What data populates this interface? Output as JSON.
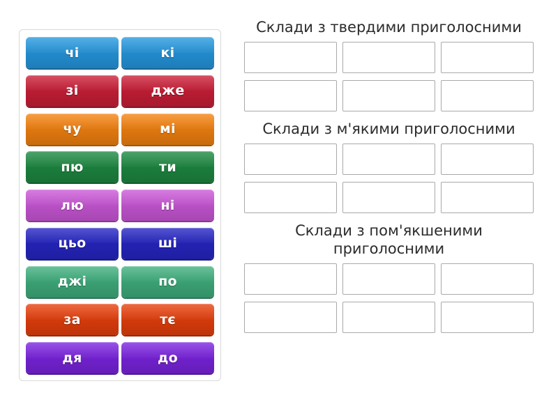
{
  "activity": {
    "type": "group-sort",
    "language": "uk"
  },
  "tile_card": {
    "rows": [
      [
        {
          "label": "чі",
          "color": "#2699e0"
        },
        {
          "label": "кі",
          "color": "#2699e0"
        }
      ],
      [
        {
          "label": "зі",
          "color": "#cc1f38"
        },
        {
          "label": "дже",
          "color": "#cc1f38"
        }
      ],
      [
        {
          "label": "чу",
          "color": "#f58310"
        },
        {
          "label": "мі",
          "color": "#f58310"
        }
      ],
      [
        {
          "label": "пю",
          "color": "#1d8a42"
        },
        {
          "label": "ти",
          "color": "#1d8a42"
        }
      ],
      [
        {
          "label": "лю",
          "color": "#cc58d9"
        },
        {
          "label": "ні",
          "color": "#cc58d9"
        }
      ],
      [
        {
          "label": "цьо",
          "color": "#2626c4"
        },
        {
          "label": "ші",
          "color": "#2626c4"
        }
      ],
      [
        {
          "label": "джі",
          "color": "#40b07e"
        },
        {
          "label": "по",
          "color": "#40b07e"
        }
      ],
      [
        {
          "label": "за",
          "color": "#e8400c"
        },
        {
          "label": "тє",
          "color": "#e8400c"
        }
      ],
      [
        {
          "label": "дя",
          "color": "#7b24e0"
        },
        {
          "label": "до",
          "color": "#7b24e0"
        }
      ]
    ]
  },
  "groups": [
    {
      "title": "Склади з твердими приголосними",
      "slot_rows": [
        [
          "",
          "",
          ""
        ],
        [
          "",
          "",
          ""
        ]
      ]
    },
    {
      "title": "Склади з м'якими приголосними",
      "slot_rows": [
        [
          "",
          "",
          ""
        ],
        [
          "",
          "",
          ""
        ]
      ]
    },
    {
      "title": "Склади з пом'якшеними приголосними",
      "slot_rows": [
        [
          "",
          "",
          ""
        ],
        [
          "",
          "",
          ""
        ]
      ]
    }
  ],
  "colors": {
    "page_background": "#ffffff",
    "card_border": "#d8d8d8",
    "slot_border": "#a9a9a9",
    "title_text": "#2b2b2b",
    "tile_text": "#ffffff"
  }
}
